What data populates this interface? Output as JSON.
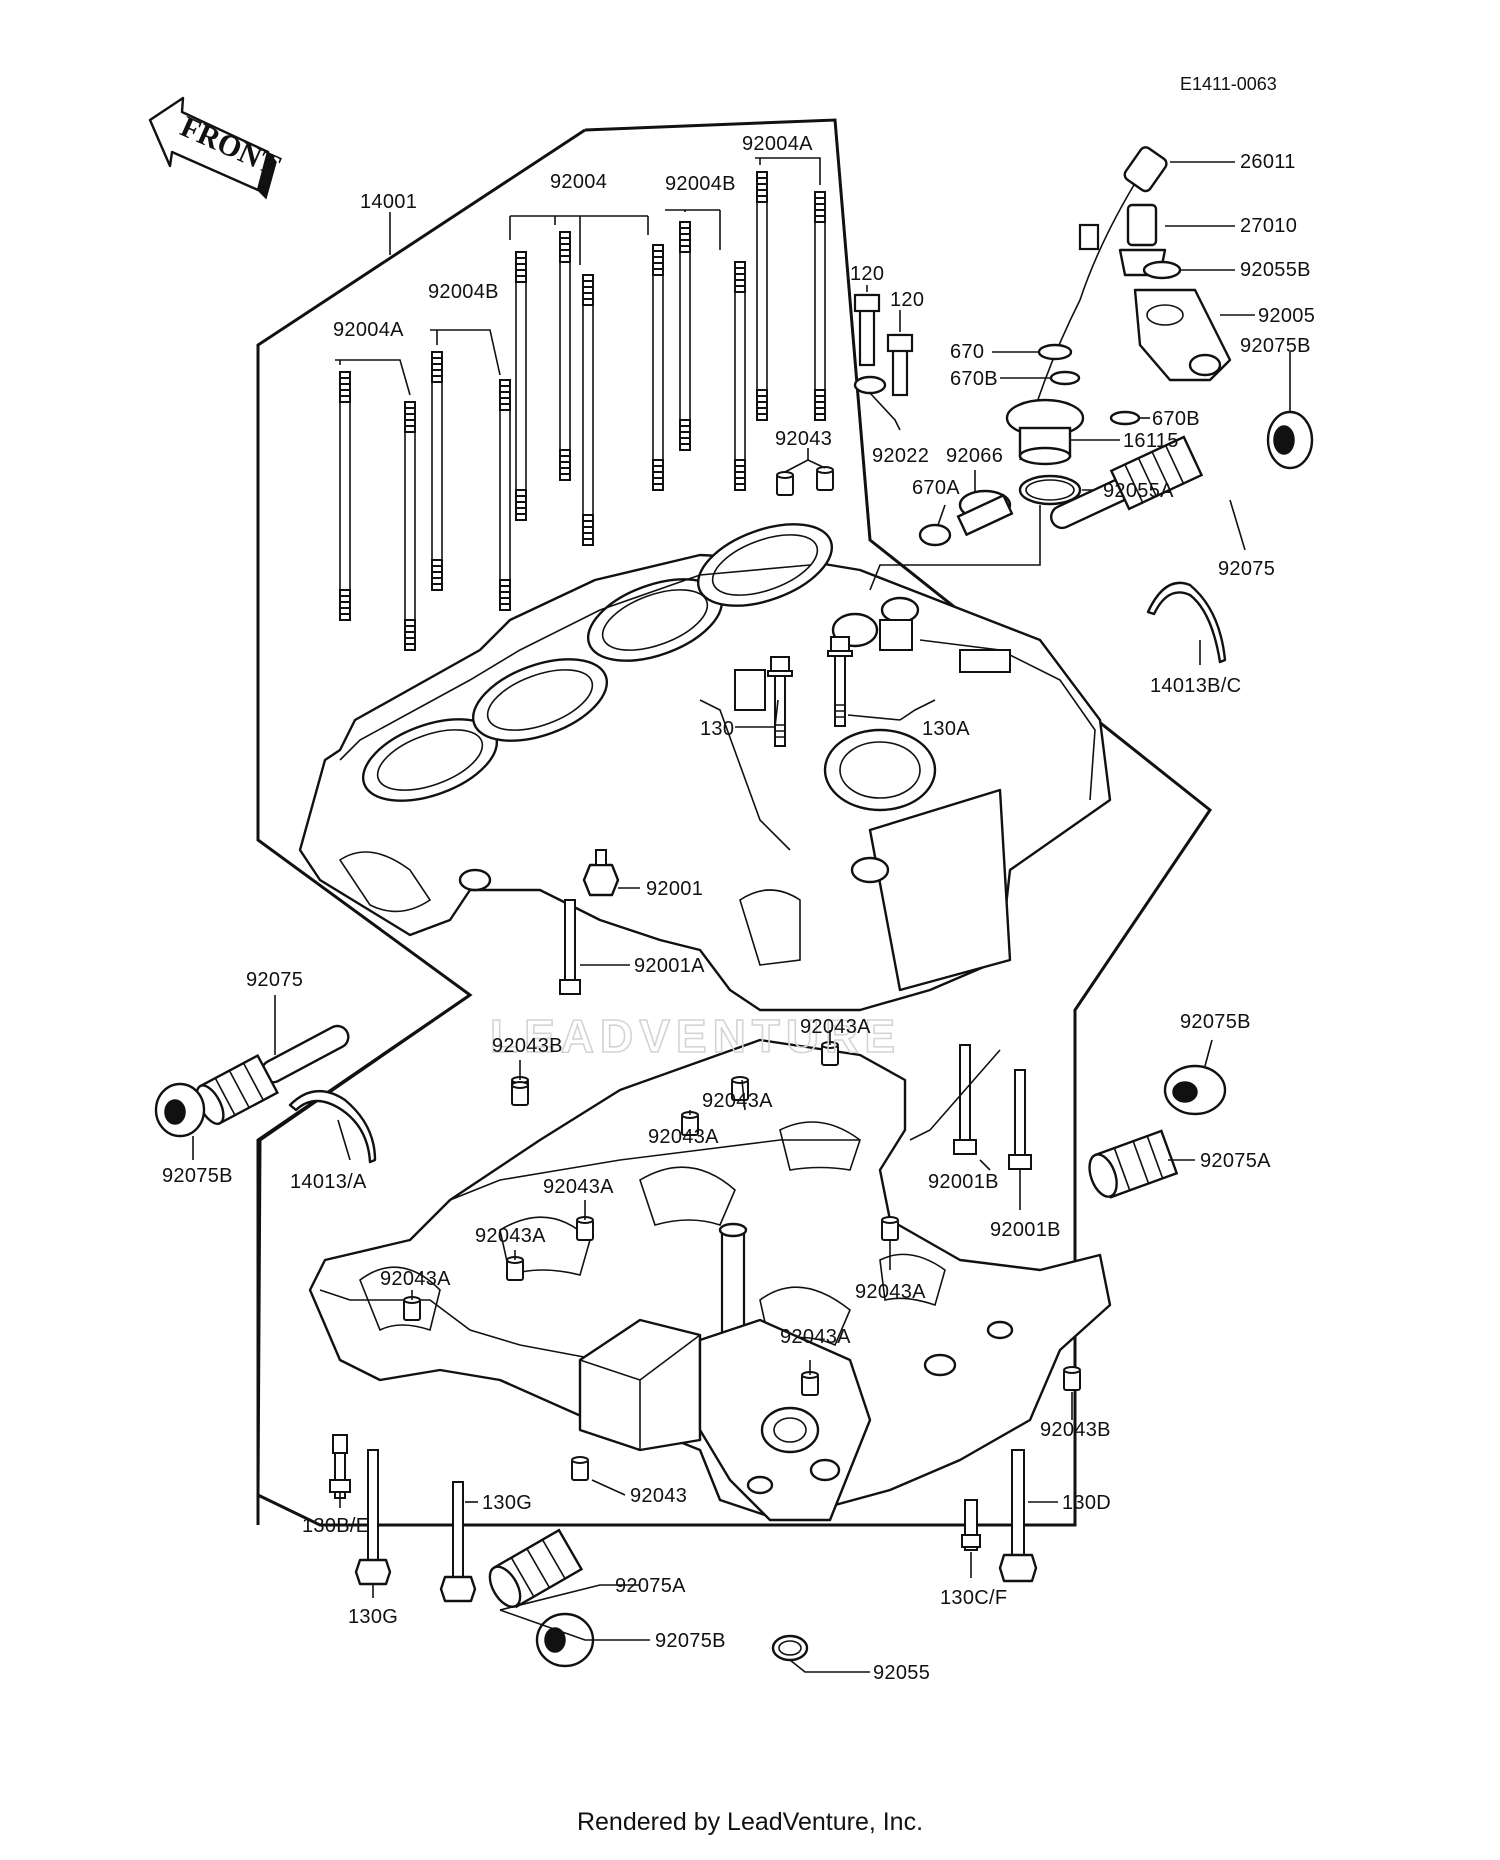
{
  "drawing_number": "E1411-0063",
  "direction_label": "FRONT",
  "watermark": "LEADVENTURE",
  "footer": "Rendered by LeadVenture, Inc.",
  "callouts": [
    {
      "id": "c14001",
      "label": "14001"
    },
    {
      "id": "c92004",
      "label": "92004"
    },
    {
      "id": "c92004Btop",
      "label": "92004B"
    },
    {
      "id": "c92004Atop",
      "label": "92004A"
    },
    {
      "id": "c92004Bleft",
      "label": "92004B"
    },
    {
      "id": "c92004Aleft",
      "label": "92004A"
    },
    {
      "id": "c120a",
      "label": "120"
    },
    {
      "id": "c120b",
      "label": "120"
    },
    {
      "id": "c26011",
      "label": "26011"
    },
    {
      "id": "c27010",
      "label": "27010"
    },
    {
      "id": "c92055B",
      "label": "92055B"
    },
    {
      "id": "c92005",
      "label": "92005"
    },
    {
      "id": "c670",
      "label": "670"
    },
    {
      "id": "c670B1",
      "label": "670B"
    },
    {
      "id": "c92075Btop",
      "label": "92075B"
    },
    {
      "id": "c670B2",
      "label": "670B"
    },
    {
      "id": "c16115",
      "label": "16115"
    },
    {
      "id": "c92043top",
      "label": "92043"
    },
    {
      "id": "c92022",
      "label": "92022"
    },
    {
      "id": "c92066",
      "label": "92066"
    },
    {
      "id": "c670A",
      "label": "670A"
    },
    {
      "id": "c92055A",
      "label": "92055A"
    },
    {
      "id": "c92075top",
      "label": "92075"
    },
    {
      "id": "c14013BC",
      "label": "14013B/C"
    },
    {
      "id": "c130",
      "label": "130"
    },
    {
      "id": "c130A",
      "label": "130A"
    },
    {
      "id": "c92001",
      "label": "92001"
    },
    {
      "id": "c92001A",
      "label": "92001A"
    },
    {
      "id": "c92075left",
      "label": "92075"
    },
    {
      "id": "c92043Bleft",
      "label": "92043B"
    },
    {
      "id": "c92043A1",
      "label": "92043A"
    },
    {
      "id": "c92043A2",
      "label": "92043A"
    },
    {
      "id": "c92043A3",
      "label": "92043A"
    },
    {
      "id": "c92043A4",
      "label": "92043A"
    },
    {
      "id": "c92043A5",
      "label": "92043A"
    },
    {
      "id": "c92043A6",
      "label": "92043A"
    },
    {
      "id": "c92043A7",
      "label": "92043A"
    },
    {
      "id": "c92043A8",
      "label": "92043A"
    },
    {
      "id": "c92075Bright",
      "label": "92075B"
    },
    {
      "id": "c92075Aright",
      "label": "92075A"
    },
    {
      "id": "c92001B1",
      "label": "92001B"
    },
    {
      "id": "c92001B2",
      "label": "92001B"
    },
    {
      "id": "c92075Bleft",
      "label": "92075B"
    },
    {
      "id": "c14013A",
      "label": "14013/A"
    },
    {
      "id": "c92043Bright",
      "label": "92043B"
    },
    {
      "id": "c130BE",
      "label": "130B/E"
    },
    {
      "id": "c130G1",
      "label": "130G"
    },
    {
      "id": "c130G2",
      "label": "130G"
    },
    {
      "id": "c92043bottom",
      "label": "92043"
    },
    {
      "id": "c130D",
      "label": "130D"
    },
    {
      "id": "c130CF",
      "label": "130C/F"
    },
    {
      "id": "c92075Abottom",
      "label": "92075A"
    },
    {
      "id": "c92075Bbottom",
      "label": "92075B"
    },
    {
      "id": "c92055",
      "label": "92055"
    }
  ]
}
